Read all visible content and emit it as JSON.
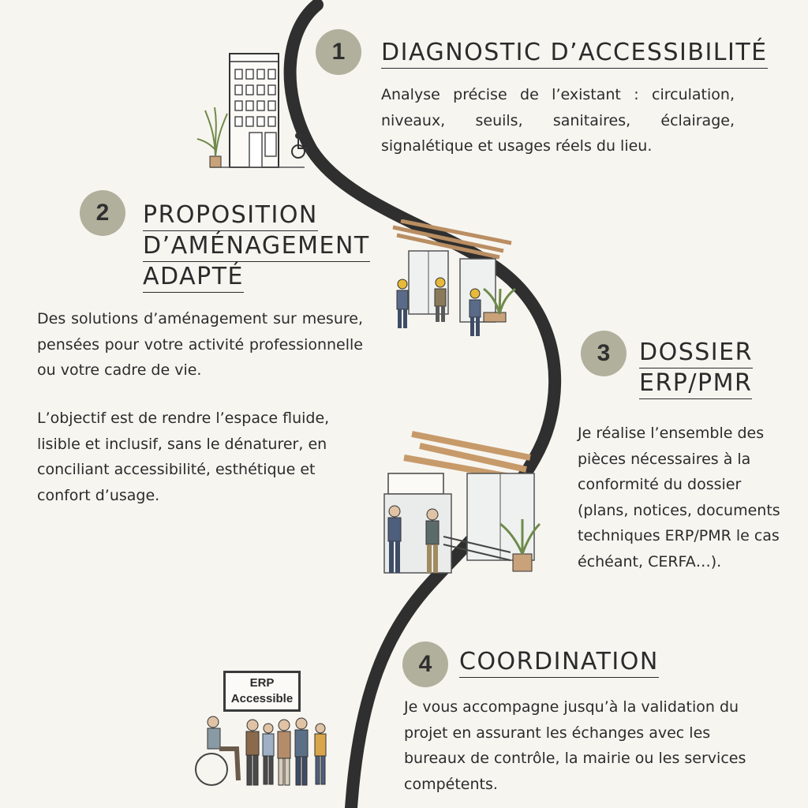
{
  "steps": [
    {
      "number": "1",
      "title_lines": [
        "DIAGNOSTIC D’ACCESSIBILITÉ"
      ],
      "paragraphs": [
        "Analyse précise de l’existant : circulation, niveaux, seuils, sanitaires, éclairage, signalétique et usages réels du lieu."
      ]
    },
    {
      "number": "2",
      "title_lines": [
        "PROPOSITION",
        "D’AMÉNAGEMENT",
        "ADAPTÉ"
      ],
      "paragraphs": [
        "Des solutions d’aménagement sur mesure, pensées pour votre activité professionnelle ou votre cadre de vie.",
        "L’objectif est de rendre l’espace fluide, lisible et inclusif, sans le dénaturer, en conciliant accessibilité, esthétique et confort d’usage."
      ]
    },
    {
      "number": "3",
      "title_lines": [
        "DOSSIER",
        "ERP/PMR"
      ],
      "paragraphs": [
        "Je réalise l’ensemble des pièces nécessaires à la conformité du dossier (plans, notices, documents techniques ERP/PMR le cas échéant, CERFA…)."
      ]
    },
    {
      "number": "4",
      "title_lines": [
        "COORDINATION"
      ],
      "paragraphs": [
        "Je vous accompagne jusqu’à la validation du projet en assurant les échanges avec les bureaux de contrôle, la mairie ou les services compétents."
      ]
    }
  ],
  "sign": {
    "line1": "ERP",
    "line2": "Accessible"
  },
  "colors": {
    "background": "#f7f5f0",
    "badge": "#b1b09c",
    "path": "#2f2f2f",
    "text": "#2b2b2b"
  },
  "icons": [
    "building-icon",
    "wheelchair-icon",
    "workers-renovation-icon",
    "erp-entrance-icon",
    "people-group-icon"
  ]
}
